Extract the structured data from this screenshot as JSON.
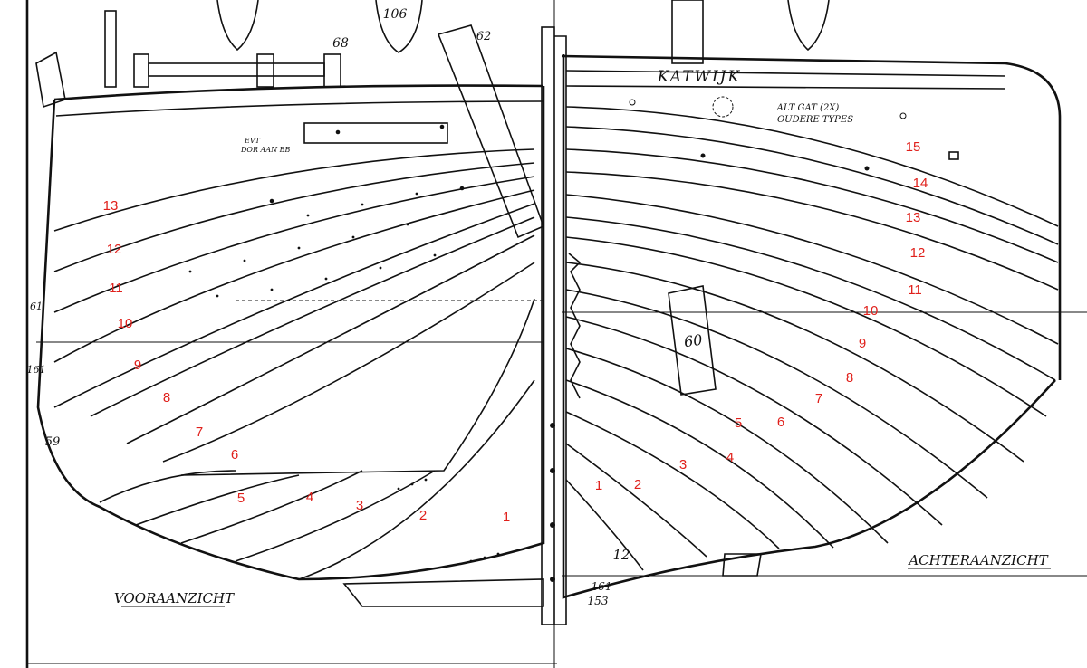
{
  "drawing": {
    "front_view_title": "VOORAANZICHT",
    "rear_view_title": "ACHTERAANZICHT",
    "boat_name": "KATWIJK",
    "rear_note_line1": "ALT GAT (2X)",
    "rear_note_line2": "OUDERE TYPES",
    "front_note_line1": "EVT",
    "front_note_line2": "DOR AAN BB",
    "part_numbers": [
      "106",
      "68",
      "62",
      "61",
      "161",
      "59",
      "60",
      "12",
      "161",
      "153"
    ],
    "front_planks": [
      "13",
      "12",
      "11",
      "10",
      "9",
      "8",
      "7",
      "6",
      "5",
      "4",
      "3",
      "2",
      "1"
    ],
    "rear_planks": [
      "15",
      "14",
      "13",
      "12",
      "11",
      "10",
      "9",
      "8",
      "7",
      "6",
      "5",
      "4",
      "3",
      "2",
      "1"
    ]
  },
  "colors": {
    "line": "#111111",
    "annotation": "#e0201b",
    "paper": "#ffffff"
  }
}
